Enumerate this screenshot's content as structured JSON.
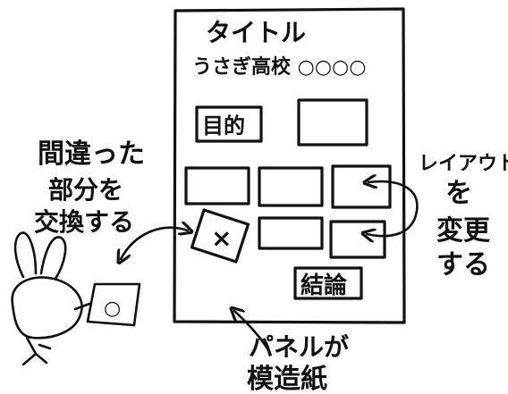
{
  "sheet": {
    "title": "タイトル",
    "subtitle": "うさぎ高校 ○○○○"
  },
  "boxes": {
    "purpose": "目的",
    "swap_mark": "×",
    "conclusion": "結論"
  },
  "annotations": {
    "left_note": [
      "間違った",
      "部分を",
      "交換する"
    ],
    "right_note": [
      "レイアウト",
      "を",
      "変更",
      "する"
    ],
    "bottom_note": [
      "パネルが",
      "模造紙"
    ]
  },
  "character": {
    "held_sign_mark": "○"
  },
  "colors": {
    "ink": "#111111",
    "paper": "#ffffff"
  }
}
